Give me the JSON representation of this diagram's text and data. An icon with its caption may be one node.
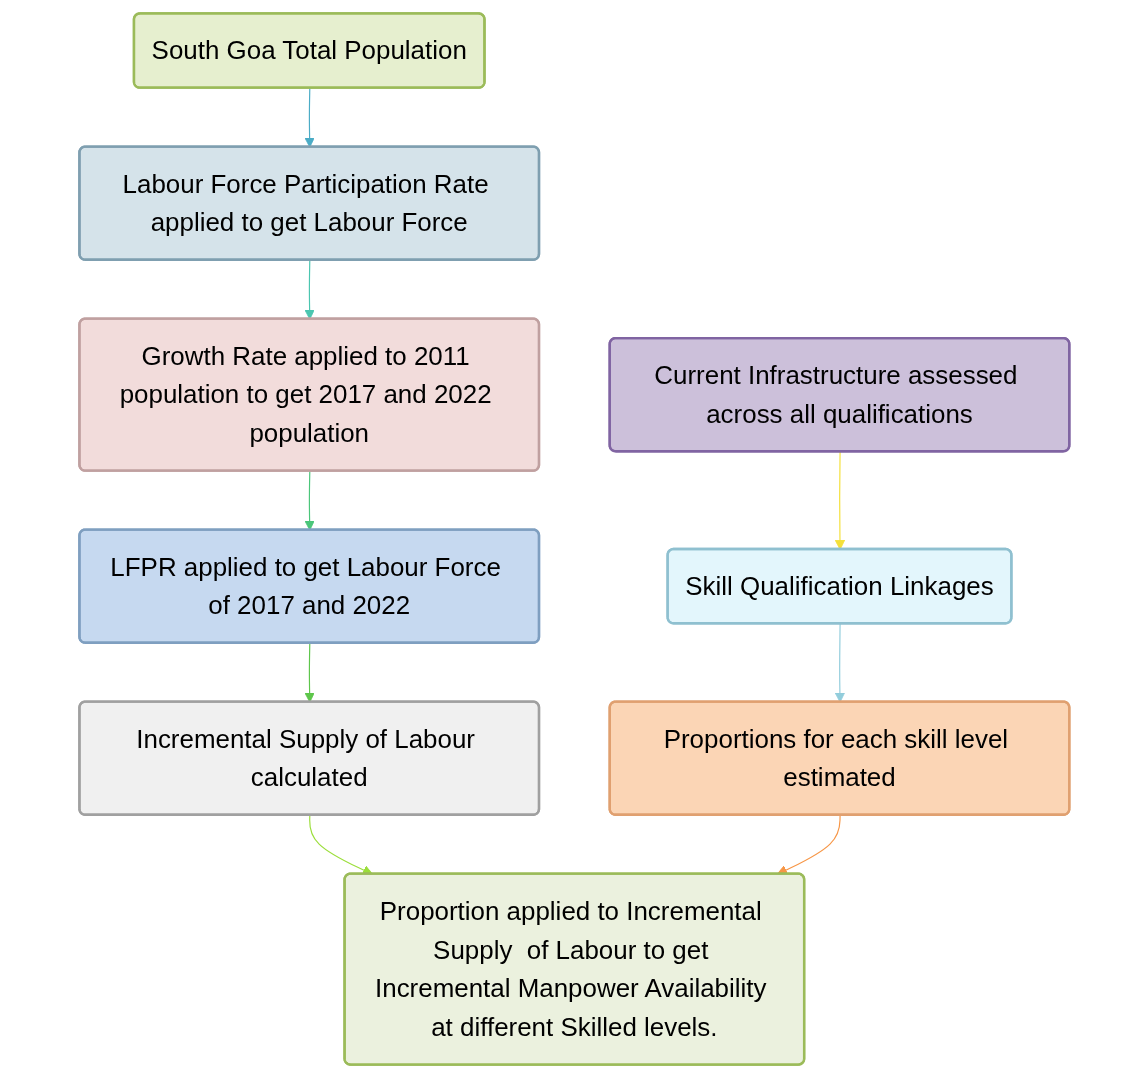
{
  "diagram": {
    "nodes": [
      {
        "text": [
          "South Goa Total Population"
        ]
      },
      {
        "text": [
          "Labour Force Participation Rate applied to get Labour Force"
        ]
      },
      {
        "text": [
          "Growth Rate applied to 2011 population to get 2017 and 2022 population"
        ]
      },
      {
        "text": [
          "LFPR applied to get Labour Force of 2017 and 2022"
        ]
      },
      {
        "text": [
          "Incremental Supply of Labour calculated"
        ]
      },
      {
        "text": [
          "Current Infrastructure assessed across all qualifications"
        ]
      },
      {
        "text": [
          "Skill Qualification Linkages"
        ]
      },
      {
        "text": [
          "Proportions for each skill level estimated"
        ]
      },
      {
        "text": [
          "Proportion applied to Incremental Supply  of Labour to get Incremental Manpower Availability at different Skilled levels."
        ]
      }
    ],
    "edges": [
      {
        "from": 0,
        "to": 1,
        "arrow": "to",
        "color": "#4bacc6"
      },
      {
        "from": 1,
        "to": 2,
        "arrow": "to",
        "color": "#4bc6b0"
      },
      {
        "from": 2,
        "to": 3,
        "arrow": "to",
        "color": "#4bc67a"
      },
      {
        "from": 3,
        "to": 4,
        "arrow": "to",
        "color": "#5ec64b"
      },
      {
        "from": 5,
        "to": 6,
        "arrow": "to",
        "color": "#f4e03a"
      },
      {
        "from": 6,
        "to": 7,
        "arrow": "to",
        "color": "#92cddc"
      },
      {
        "from": 4,
        "to": 8,
        "arrow": "to",
        "color": "#9bde3a"
      },
      {
        "from": 7,
        "to": 8,
        "arrow": "to",
        "color": "#f79646"
      }
    ]
  }
}
